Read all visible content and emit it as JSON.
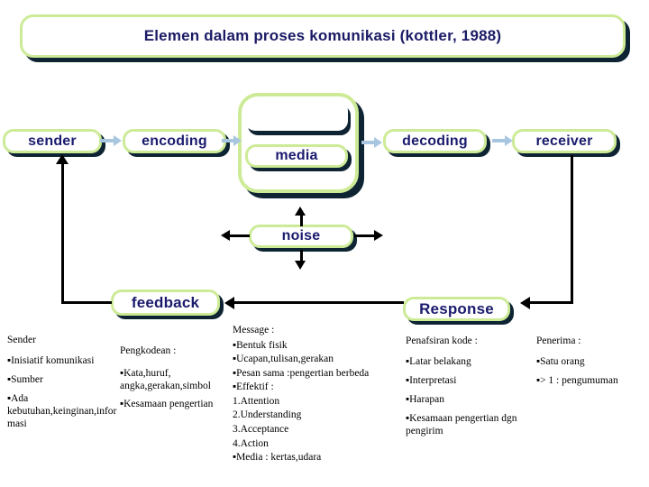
{
  "title": "Elemen dalam proses komunikasi (kottler, 1988)",
  "flow": {
    "sender": "sender",
    "encoding": "encoding",
    "media": "media",
    "decoding": "decoding",
    "receiver": "receiver",
    "noise": "noise",
    "feedback": "feedback",
    "response": "Response"
  },
  "notes": {
    "sender": {
      "heading": "Sender",
      "items": [
        "▪Inisiatif komunikasi",
        "▪Sumber",
        "▪Ada kebutuhan,keinginan,informasi"
      ]
    },
    "pengkodean": {
      "heading": "Pengkodean :",
      "items": [
        "▪Kata,huruf, angka,gerakan,simbol",
        "▪Kesamaan pengertian"
      ]
    },
    "message": {
      "heading": "Message :",
      "items": [
        "▪Bentuk fisik",
        "▪Ucapan,tulisan,gerakan",
        "▪Pesan sama :pengertian berbeda",
        "▪Effektif :",
        "1.Attention",
        "2.Understanding",
        "3.Acceptance",
        "4.Action",
        "▪Media : kertas,udara"
      ]
    },
    "penafsiran": {
      "heading": "Penafsiran kode :",
      "items": [
        "▪Latar belakang",
        "▪Interpretasi",
        "▪Harapan",
        "▪Kesamaan pengertian dgn pengirim"
      ]
    },
    "penerima": {
      "heading": "Penerima :",
      "items": [
        "▪Satu orang",
        "▪> 1 : pengumuman"
      ]
    }
  },
  "colors": {
    "box_border_green": "#cdeb97",
    "box_shadow_dark": "#0e2433",
    "label_navy": "#1b1b6e",
    "flow_arrow_blue": "#a9c6e0",
    "connector_black": "#000000",
    "background": "#ffffff"
  }
}
